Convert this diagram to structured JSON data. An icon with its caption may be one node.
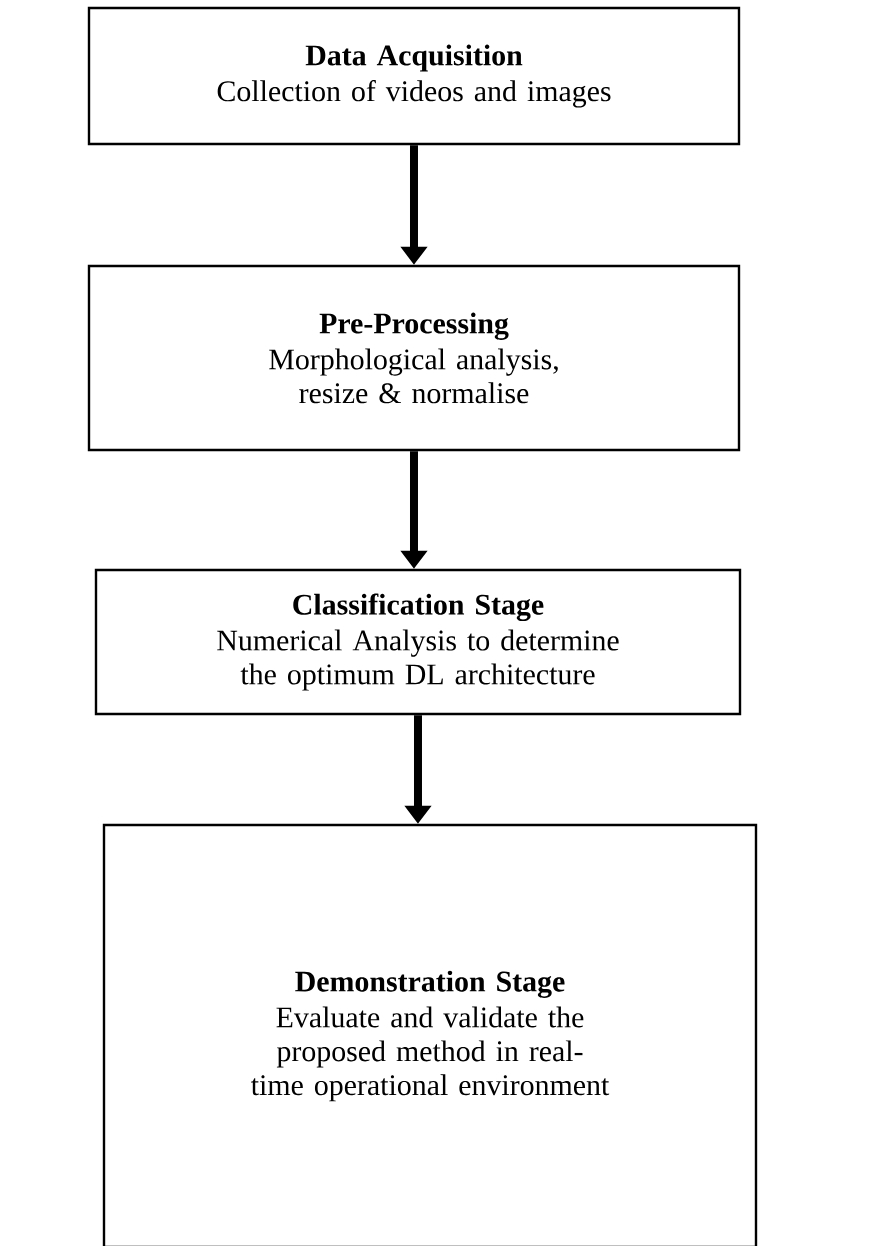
{
  "diagram": {
    "nodes": [
      {
        "text": [
          "Data Acquisition",
          "Collection of videos and images"
        ]
      },
      {
        "text": [
          "Pre-Processing",
          "Morphological analysis, resize & normalise"
        ]
      },
      {
        "text": [
          "Classification Stage",
          "Numerical Analysis to determine the optimum DL architecture"
        ]
      },
      {
        "text": [
          "Demonstration Stage",
          "Evaluate and validate the proposed method in real-time operational environment"
        ]
      }
    ],
    "edges": [
      {
        "from": 0,
        "to": 1,
        "arrow": "to"
      },
      {
        "from": 1,
        "to": 2,
        "arrow": "to"
      },
      {
        "from": 2,
        "to": 3,
        "arrow": "to"
      }
    ]
  }
}
